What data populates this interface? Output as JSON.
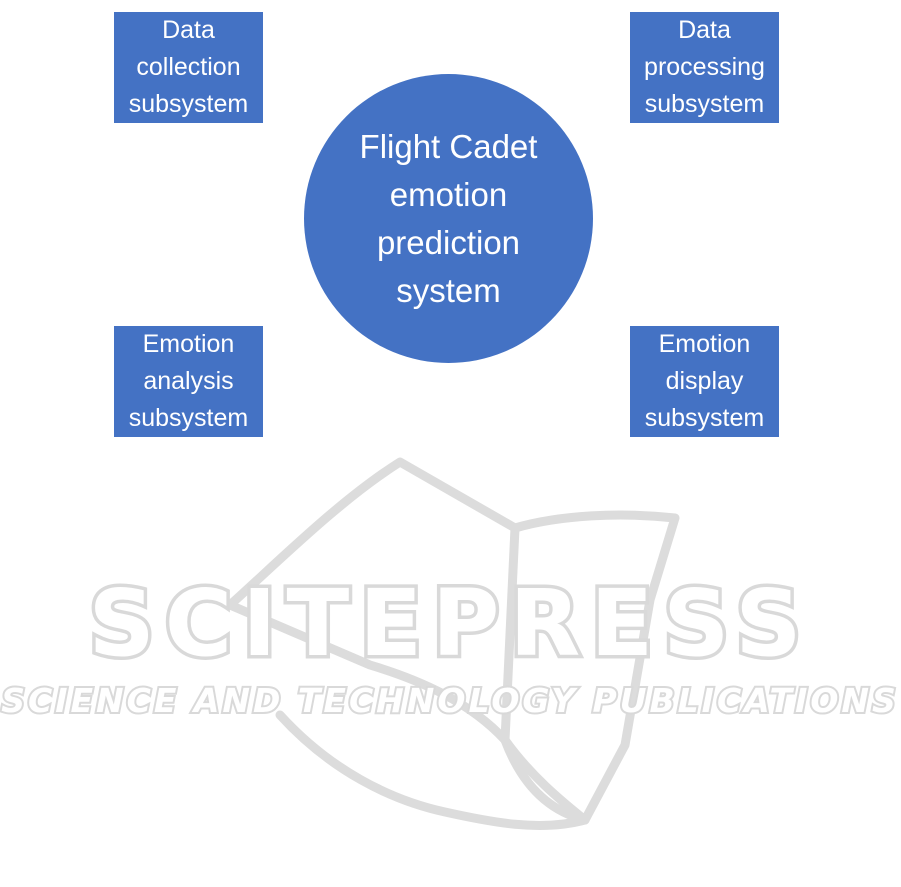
{
  "diagram": {
    "center": {
      "lines": [
        "Flight Cadet",
        "emotion",
        "prediction",
        "system"
      ]
    },
    "subsystems": [
      {
        "id": "data-collection",
        "lines": [
          "Data",
          "collection",
          "subsystem"
        ]
      },
      {
        "id": "data-processing",
        "lines": [
          "Data",
          "processing",
          "subsystem"
        ]
      },
      {
        "id": "emotion-analysis",
        "lines": [
          "Emotion",
          "analysis",
          "subsystem"
        ]
      },
      {
        "id": "emotion-display",
        "lines": [
          "Emotion",
          "display",
          "subsystem"
        ]
      }
    ]
  },
  "watermark": {
    "title": "SCITEPRESS",
    "subtitle": "SCIENCE AND TECHNOLOGY PUBLICATIONS",
    "color": "#d9d9d9"
  },
  "colors": {
    "node_fill": "#4472c4",
    "node_text": "#ffffff"
  }
}
